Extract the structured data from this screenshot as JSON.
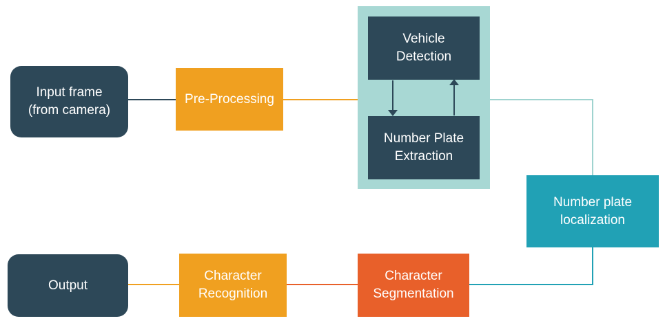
{
  "nodes": {
    "input_frame": "Input frame\n(from camera)",
    "pre_processing": "Pre-Processing",
    "vehicle_detection": "Vehicle\nDetection",
    "number_plate_extraction": "Number Plate\nExtraction",
    "number_plate_localization": "Number plate\nlocalization",
    "character_segmentation": "Character\nSegmentation",
    "character_recognition": "Character\nRecognition",
    "output": "Output"
  },
  "colors": {
    "dark": "#2d4858",
    "orange": "#f0a020",
    "red_orange": "#e8602a",
    "teal": "#21a1b5",
    "teal_light": "#a8d8d4",
    "line_light": "#9fd3cf"
  }
}
